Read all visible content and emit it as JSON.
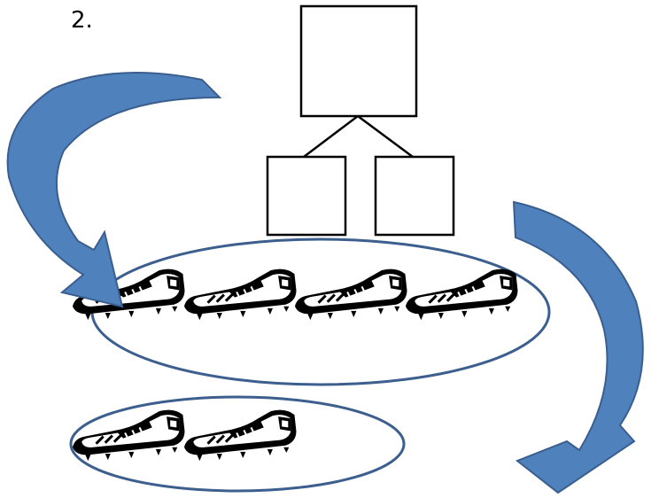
{
  "problem_number": "2.",
  "number_bond": {
    "whole_value": "",
    "part_left_value": "",
    "part_right_value": ""
  },
  "groups": {
    "top_group_count": 4,
    "bottom_group_count": 2,
    "item_icon": "cleat-icon"
  },
  "colors": {
    "arrow_fill": "#4f81bd",
    "arrow_stroke": "#3a5f8f",
    "oval_stroke": "#3d5f8e",
    "box_stroke": "#000000"
  }
}
